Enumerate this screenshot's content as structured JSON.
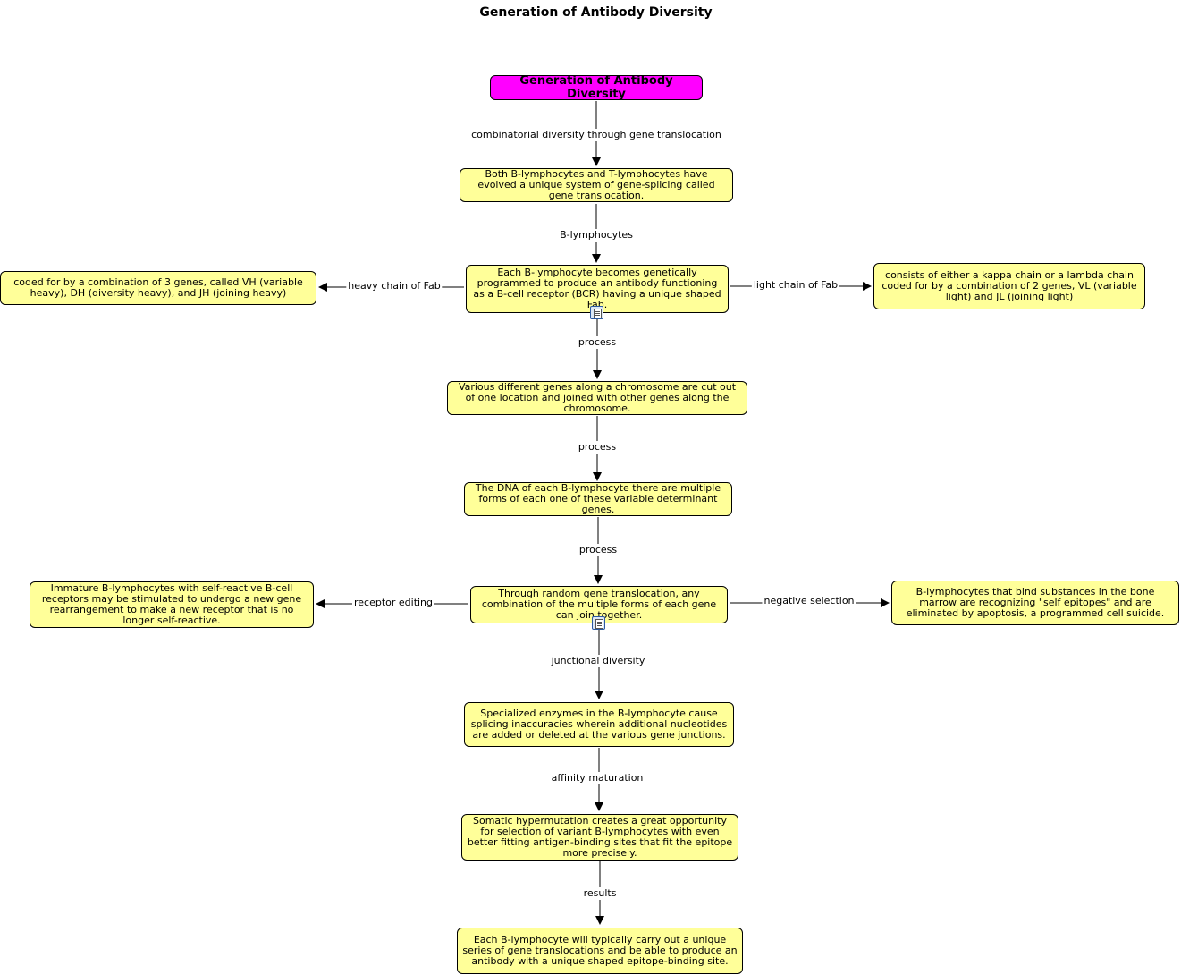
{
  "title": "Generation of Antibody Diversity",
  "nodes": {
    "root": "Generation of Antibody Diversity",
    "gene_translocation": "Both B-lymphocytes and T-lymphocytes have evolved a unique system of gene-splicing called gene translocation.",
    "b_cell_programmed": "Each B-lymphocyte becomes genetically programmed to produce an antibody functioning as a B-cell receptor (BCR) having a unique shaped Fab.",
    "heavy_chain": "coded for by a combination of 3 genes, called VH (variable heavy), DH (diversity heavy), and JH (joining heavy)",
    "light_chain": "consists of either a kappa chain or a lambda chain coded for by a combination of 2 genes, VL (variable light) and JL (joining light)",
    "genes_cut": "Various different genes along a chromosome are cut out of one location and joined with other genes along the chromosome.",
    "dna_forms": "The DNA of each B-lymphocyte there are multiple forms of each one of these variable determinant genes.",
    "random_translocation": "Through random gene translocation, any combination of the multiple forms of each gene can join together.",
    "immature": "Immature B-lymphocytes with self-reactive B-cell receptors may be stimulated to undergo a new gene rearrangement to make a new receptor that is no longer self-reactive.",
    "self_epitopes": "B-lymphocytes that bind substances in the bone marrow are recognizing \"self epitopes\" and are eliminated by apoptosis, a programmed cell suicide.",
    "enzymes": "Specialized enzymes in the B-lymphocyte cause splicing inaccuracies wherein additional nucleotides are added or deleted at the various gene junctions.",
    "hypermutation": "Somatic hypermutation creates a great opportunity for selection of variant B-lymphocytes with even better fitting antigen-binding sites that fit the epitope more precisely.",
    "unique_series": "Each B-lymphocyte will typically carry out a unique series of gene translocations and be able to produce an antibody with a unique shaped epitope-binding site."
  },
  "links": {
    "combinatorial": "combinatorial diversity through gene translocation",
    "b_lymphocytes": "B-lymphocytes",
    "heavy_chain": "heavy chain of Fab",
    "light_chain": "light chain of Fab",
    "process_1": "process",
    "process_2": "process",
    "process_3": "process",
    "receptor_editing": "receptor editing",
    "negative_selection": "negative selection",
    "junctional": "junctional diversity",
    "affinity": "affinity maturation",
    "results": "results"
  },
  "icons": [
    "document-icon",
    "document-icon"
  ],
  "colors": {
    "root_fill": "#ff00ff",
    "node_fill": "#ffff99",
    "line": "#000000"
  }
}
